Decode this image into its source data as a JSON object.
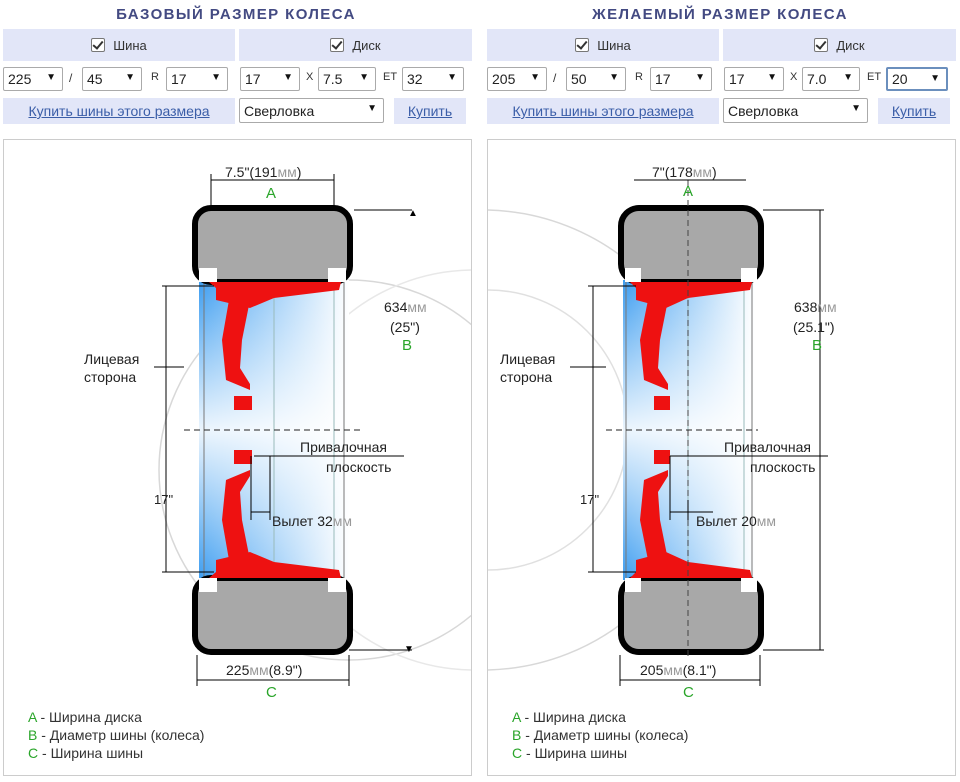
{
  "left": {
    "title": "БАЗОВЫЙ РАЗМЕР КОЛЕСА",
    "tire_label": "Шина",
    "disk_label": "Диск",
    "width": "225",
    "profile": "45",
    "r_label": "R",
    "tire_rim": "17",
    "disk_rim": "17",
    "x_label": "X",
    "disk_width": "7.5",
    "et_label": "ET",
    "et": "32",
    "slash": "/",
    "buy_tires": "Купить шины этого размера",
    "drilling": "Сверловка",
    "buy": "Купить",
    "diagram": {
      "a_dim": "7.5\"(191",
      "a_unit": "мм",
      "a_close": ")",
      "b_val": "634",
      "b_unit": "мм",
      "b_inch": "(25\")",
      "c_val": "225",
      "c_unit": "мм",
      "c_inch": "(8.9\")",
      "rim": "17\"",
      "offset": "Вылет 32",
      "offset_unit": "мм",
      "letter_a": "A",
      "letter_b": "B",
      "letter_c": "C"
    }
  },
  "right": {
    "title": "ЖЕЛАЕМЫЙ РАЗМЕР КОЛЕСА",
    "tire_label": "Шина",
    "disk_label": "Диск",
    "width": "205",
    "profile": "50",
    "r_label": "R",
    "tire_rim": "17",
    "disk_rim": "17",
    "x_label": "X",
    "disk_width": "7.0",
    "et_label": "ET",
    "et": "20",
    "slash": "/",
    "buy_tires": "Купить шины этого размера",
    "drilling": "Сверловка",
    "buy": "Купить",
    "diagram": {
      "a_dim": "7\"(178",
      "a_unit": "мм",
      "a_close": ")",
      "b_val": "638",
      "b_unit": "мм",
      "b_inch": "(25.1\")",
      "c_val": "205",
      "c_unit": "мм",
      "c_inch": "(8.1\")",
      "rim": "17\"",
      "offset": "Вылет 20",
      "offset_unit": "мм",
      "letter_a": "A",
      "letter_b": "B",
      "letter_c": "C"
    }
  },
  "common": {
    "face_side_1": "Лицевая",
    "face_side_2": "сторона",
    "mount_1": "Привалочная",
    "mount_2": "плоскость",
    "legend_a_key": "A",
    "legend_a": " - Ширина диска",
    "legend_b_key": "B",
    "legend_b": " - Диаметр шины (колеса)",
    "legend_c_key": "C",
    "legend_c": " - Ширина шины"
  },
  "colors": {
    "title": "#434a82",
    "control_bg": "#e2e6f8",
    "link": "#3b5ea8",
    "rim_red": "#ee1111",
    "tire_gray": "#a8a8a8",
    "legend_letter": "#2aa52a"
  }
}
